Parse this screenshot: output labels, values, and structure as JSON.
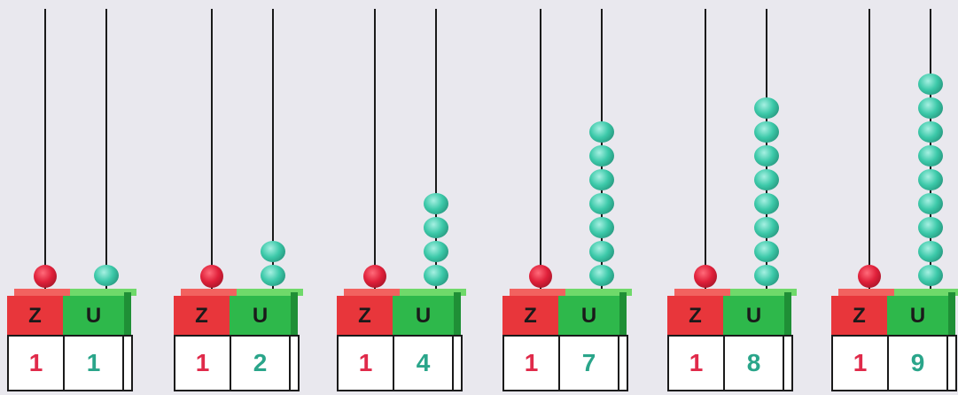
{
  "header_labels": {
    "tens": "Z",
    "units": "U"
  },
  "colors": {
    "tens_bead": "#e0203a",
    "units_bead": "#3cc9a9",
    "tens_box": "#e8363b",
    "units_box": "#2eb84b",
    "tens_digit": "#e02a4a",
    "units_digit": "#2aa58a"
  },
  "abaci": [
    {
      "tens": "1",
      "units": "1",
      "tens_beads": 1,
      "unit_beads": 1
    },
    {
      "tens": "1",
      "units": "2",
      "tens_beads": 1,
      "unit_beads": 2
    },
    {
      "tens": "1",
      "units": "4",
      "tens_beads": 1,
      "unit_beads": 4
    },
    {
      "tens": "1",
      "units": "7",
      "tens_beads": 1,
      "unit_beads": 7
    },
    {
      "tens": "1",
      "units": "8",
      "tens_beads": 1,
      "unit_beads": 8
    },
    {
      "tens": "1",
      "units": "9",
      "tens_beads": 1,
      "unit_beads": 9
    }
  ]
}
